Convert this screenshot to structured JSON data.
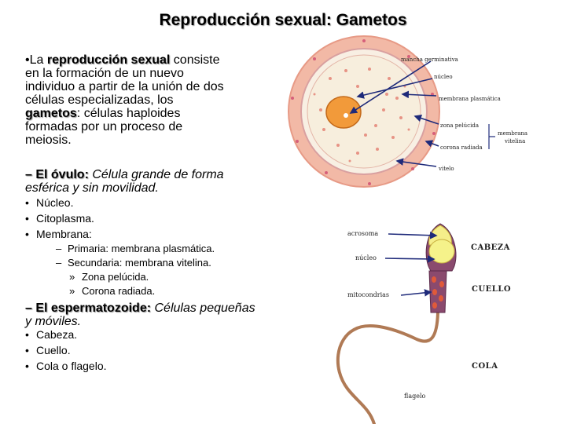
{
  "title": "Reproducción sexual: Gametos",
  "intro": {
    "bullet": "•",
    "prefix": "La ",
    "term1": "reproducción sexual",
    "middle": " consiste en la formación de un nuevo individuo a partir de la unión de dos células especializadas, los ",
    "term2": "gametos",
    "suffix": ": células haploides formadas por un proceso de meiosis."
  },
  "ovulo": {
    "dash": "– ",
    "term": "El óvulo:",
    "desc": " Célula grande de forma esférica y sin movilidad.",
    "items": [
      "Núcleo.",
      "Citoplasma.",
      "Membrana:"
    ],
    "membrana": [
      "Primaria: membrana plasmática.",
      "Secundaria: membrana vitelina."
    ],
    "secundaria": [
      "Zona pelúcida.",
      "Corona radiada."
    ]
  },
  "esperma": {
    "dash": "– ",
    "term": "El espermatozoide:",
    "desc": " Células pequeñas y móviles.",
    "items": [
      "Cabeza.",
      "Cuello.",
      "Cola o flagelo."
    ]
  },
  "egg_labels": {
    "mancha": "mancha germinativa",
    "nucleo": "núcleo",
    "membrana_plasmatica": "membrana plasmática",
    "zona": "zona pelúcida",
    "corona": "corona radiada",
    "membrana_vitelina_1": "membrana",
    "membrana_vitelina_2": "vitelina",
    "vitelo": "vitelo"
  },
  "sperm_labels": {
    "acrosoma": "acrosoma",
    "nucleo": "núcleo",
    "mitocondrias": "mitocondrias",
    "flagelo": "flagelo",
    "cabeza": "CABEZA",
    "cuello": "CUELLO",
    "cola": "COLA"
  },
  "colors": {
    "egg_outer": "#f2b9a6",
    "cytoplasm": "#f7eedd",
    "nucleus": "#f29a3a",
    "arrow": "#1e2a7a",
    "acrosome": "#f5ee8a",
    "sperm_body": "#8a4a6e",
    "tail": "#b07a55"
  }
}
